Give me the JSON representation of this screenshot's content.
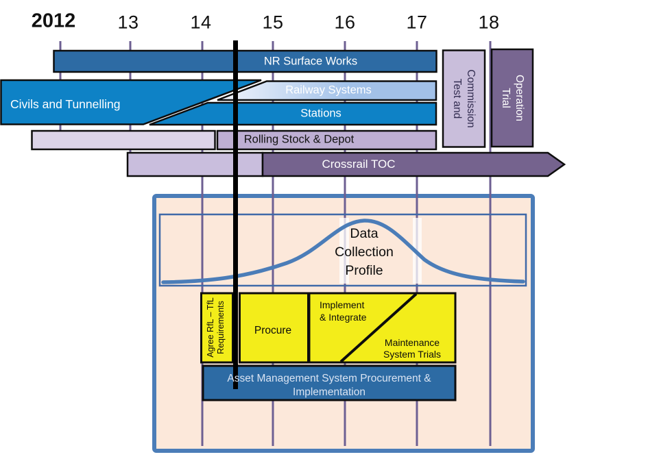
{
  "timeline": {
    "years": [
      {
        "label": "2012"
      },
      {
        "label": "13"
      },
      {
        "label": "14"
      },
      {
        "label": "15"
      },
      {
        "label": "16"
      },
      {
        "label": "17"
      },
      {
        "label": "18"
      }
    ]
  },
  "bars": {
    "nr_surface_works": "NR Surface Works",
    "civils_tunnelling": "Civils and Tunnelling",
    "railway_systems": "Railway Systems",
    "stations": "Stations",
    "rolling_stock_depot": "Rolling Stock & Depot",
    "crossrail_toc": "Crossrail TOC",
    "test_commission": {
      "line1": "Test and",
      "line2": "Commission"
    },
    "trial_operation": {
      "line1": "Trial",
      "line2": "Operation"
    }
  },
  "data_collection_profile": {
    "line1": "Data",
    "line2": "Collection",
    "line3": "Profile"
  },
  "ams_programme": {
    "agree_requirements": {
      "line1": "Agree RfL – TfL",
      "line2": "Requirements"
    },
    "procure": "Procure",
    "implement_integrate": {
      "line1": "Implement",
      "line2": "& Integrate"
    },
    "maintenance_system_trials": {
      "line1": "Maintenance",
      "line2": "System Trials"
    },
    "asset_management": {
      "line1": "Asset Management System Procurement &",
      "line2": "Implementation"
    }
  },
  "colors": {
    "steel_blue_bar": "#2d6ba4",
    "bright_blue": "#0e82c6",
    "railway_light_blue": "#a2c1e8",
    "lavender_light": "#dcd4e8",
    "lavender_mid": "#beafd3",
    "crossrail_light": "#c9bedd",
    "crossrail_dark": "#75638e",
    "test_fill": "#c9bedb",
    "trial_fill": "#786691",
    "panel_fill": "#fce8da",
    "panel_border": "#4b7db8",
    "yellow": "#f3ed1a",
    "gridline_purple": "#6d5f92",
    "timeline_marker": "#000000"
  }
}
